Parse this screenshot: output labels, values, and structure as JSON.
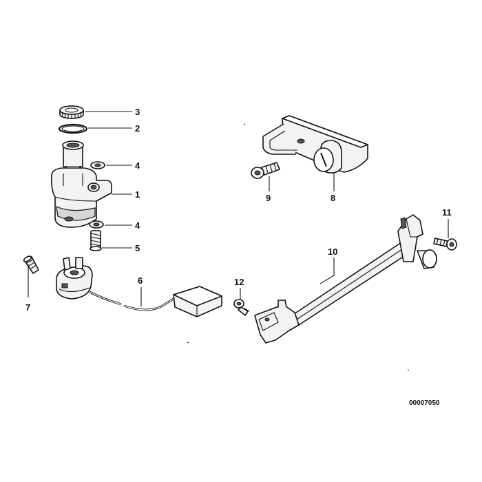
{
  "callouts": {
    "c1": "1",
    "c2": "2",
    "c3": "3",
    "c4a": "4",
    "c4b": "4",
    "c5": "5",
    "c6": "6",
    "c7": "7",
    "c8": "8",
    "c9": "9",
    "c10": "10",
    "c11": "11",
    "c12": "12"
  },
  "drawing_code": "00007050"
}
